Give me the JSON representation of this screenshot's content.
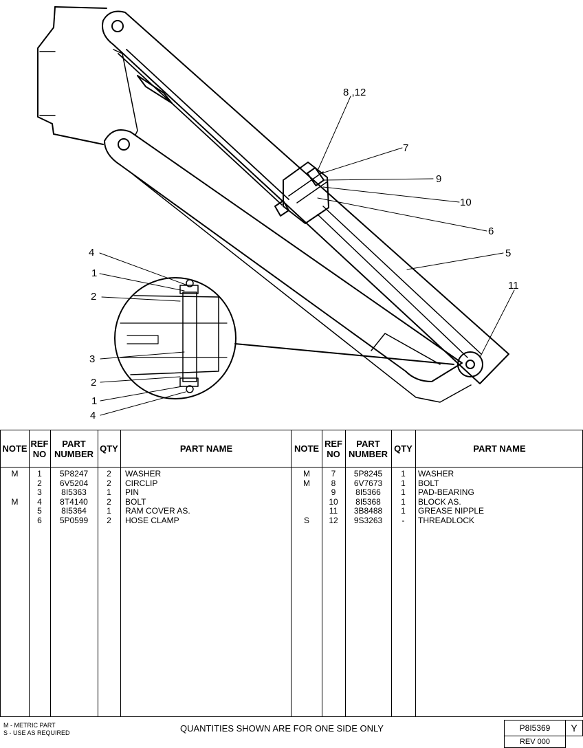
{
  "callouts": {
    "c1": "4",
    "c2": "1",
    "c3": "2",
    "c4": "3",
    "c5": "2",
    "c6": "1",
    "c7": "4",
    "c8": "8 ,12",
    "c9": "7",
    "c10": "9",
    "c11": "10",
    "c12": "6",
    "c13": "5",
    "c14": "11"
  },
  "table_headers": {
    "note": "NOTE",
    "ref_no": "REF NO",
    "part_number": "PART NUMBER",
    "qty": "QTY",
    "part_name": "PART NAME"
  },
  "table_left": [
    {
      "note": "M",
      "ref": "1",
      "part": "5P8247",
      "qty": "2",
      "name": "WASHER"
    },
    {
      "note": "",
      "ref": "2",
      "part": "6V5204",
      "qty": "2",
      "name": "CIRCLIP"
    },
    {
      "note": "",
      "ref": "3",
      "part": "8I5363",
      "qty": "1",
      "name": "PIN"
    },
    {
      "note": "M",
      "ref": "4",
      "part": "8T4140",
      "qty": "2",
      "name": "BOLT"
    },
    {
      "note": "",
      "ref": "5",
      "part": "8I5364",
      "qty": "1",
      "name": "RAM COVER AS."
    },
    {
      "note": "",
      "ref": "6",
      "part": "5P0599",
      "qty": "2",
      "name": "HOSE CLAMP"
    }
  ],
  "table_right": [
    {
      "note": "M",
      "ref": "7",
      "part": "5P8245",
      "qty": "1",
      "name": "WASHER"
    },
    {
      "note": "M",
      "ref": "8",
      "part": "6V7673",
      "qty": "1",
      "name": "BOLT"
    },
    {
      "note": "",
      "ref": "9",
      "part": "8I5366",
      "qty": "1",
      "name": "PAD-BEARING"
    },
    {
      "note": "",
      "ref": "10",
      "part": "8I5368",
      "qty": "1",
      "name": "BLOCK AS."
    },
    {
      "note": "",
      "ref": "11",
      "part": "3B8488",
      "qty": "1",
      "name": "GREASE NIPPLE"
    },
    {
      "note": "S",
      "ref": "12",
      "part": "9S3263",
      "qty": "-",
      "name": "THREADLOCK"
    }
  ],
  "footer": {
    "legend_m": "M - METRIC PART",
    "legend_s": "S - USE AS REQUIRED",
    "quantity_note": "QUANTITIES SHOWN ARE FOR ONE SIDE ONLY",
    "drawing_number": "P8I5369",
    "revision_letter": "Y",
    "revision": "REV 000"
  }
}
